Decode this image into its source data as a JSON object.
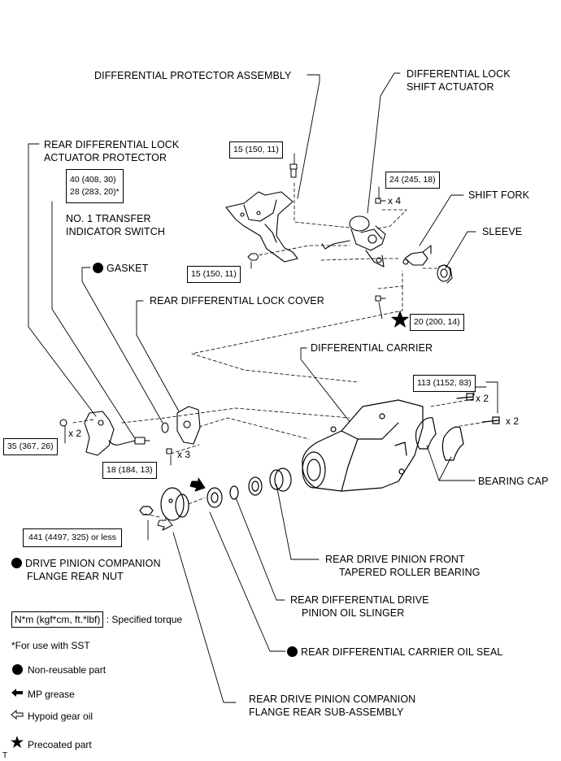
{
  "labels": {
    "protector_assy": "DIFFERENTIAL PROTECTOR ASSEMBLY",
    "lock_actuator_l1": "DIFFERENTIAL LOCK",
    "lock_actuator_l2": "SHIFT ACTUATOR",
    "rear_protector_l1": "REAR DIFFERENTIAL LOCK",
    "rear_protector_l2": "ACTUATOR PROTECTOR",
    "indicator_l1": "NO. 1 TRANSFER",
    "indicator_l2": "INDICATOR SWITCH",
    "shift_fork": "SHIFT FORK",
    "sleeve": "SLEEVE",
    "gasket": "GASKET",
    "lock_cover": "REAR DIFFERENTIAL LOCK COVER",
    "carrier": "DIFFERENTIAL CARRIER",
    "bearing_cap": "BEARING CAP",
    "pinion_nut_l1": "DRIVE PINION COMPANION",
    "pinion_nut_l2": "FLANGE REAR NUT",
    "front_bearing_l1": "REAR DRIVE PINION FRONT",
    "front_bearing_l2": "TAPERED ROLLER BEARING",
    "oil_slinger_l1": "REAR DIFFERENTIAL DRIVE",
    "oil_slinger_l2": "PINION OIL SLINGER",
    "oil_seal": "REAR DIFFERENTIAL CARRIER OIL SEAL",
    "companion_l1": "REAR DRIVE PINION COMPANION",
    "companion_l2": "FLANGE REAR SUB-ASSEMBLY"
  },
  "torques": {
    "protector_bolt": "15 (150, 11)",
    "protector_bolt_lower": "15 (150, 11)",
    "actuator_bolt": "24 (245, 18)",
    "switch_a": "40 (408, 30)",
    "switch_b": "28 (283, 20)*",
    "fork_bolt": "20 (200, 14)",
    "bearing_cap": "113 (1152, 83)",
    "protector_nut": "35 (367, 26)",
    "cover_bolt": "18 (184, 13)",
    "pinion_nut": "441 (4497, 325) or less"
  },
  "counts": {
    "actuator": "x 4",
    "cap_upper": "x 2",
    "cap_lower": "x 2",
    "protector_nut": "x 2",
    "cover_bolt": "x 3"
  },
  "legend": {
    "torque_unit": "N*m (kgf*cm, ft.*lbf)",
    "torque_text": ": Specified torque",
    "sst_note": "*For use with SST",
    "non_reusable": "Non-reusable part",
    "mp_grease": "MP grease",
    "hypoid_oil": "Hypoid gear oil",
    "precoated": "Precoated part"
  },
  "corner_mark": "T"
}
